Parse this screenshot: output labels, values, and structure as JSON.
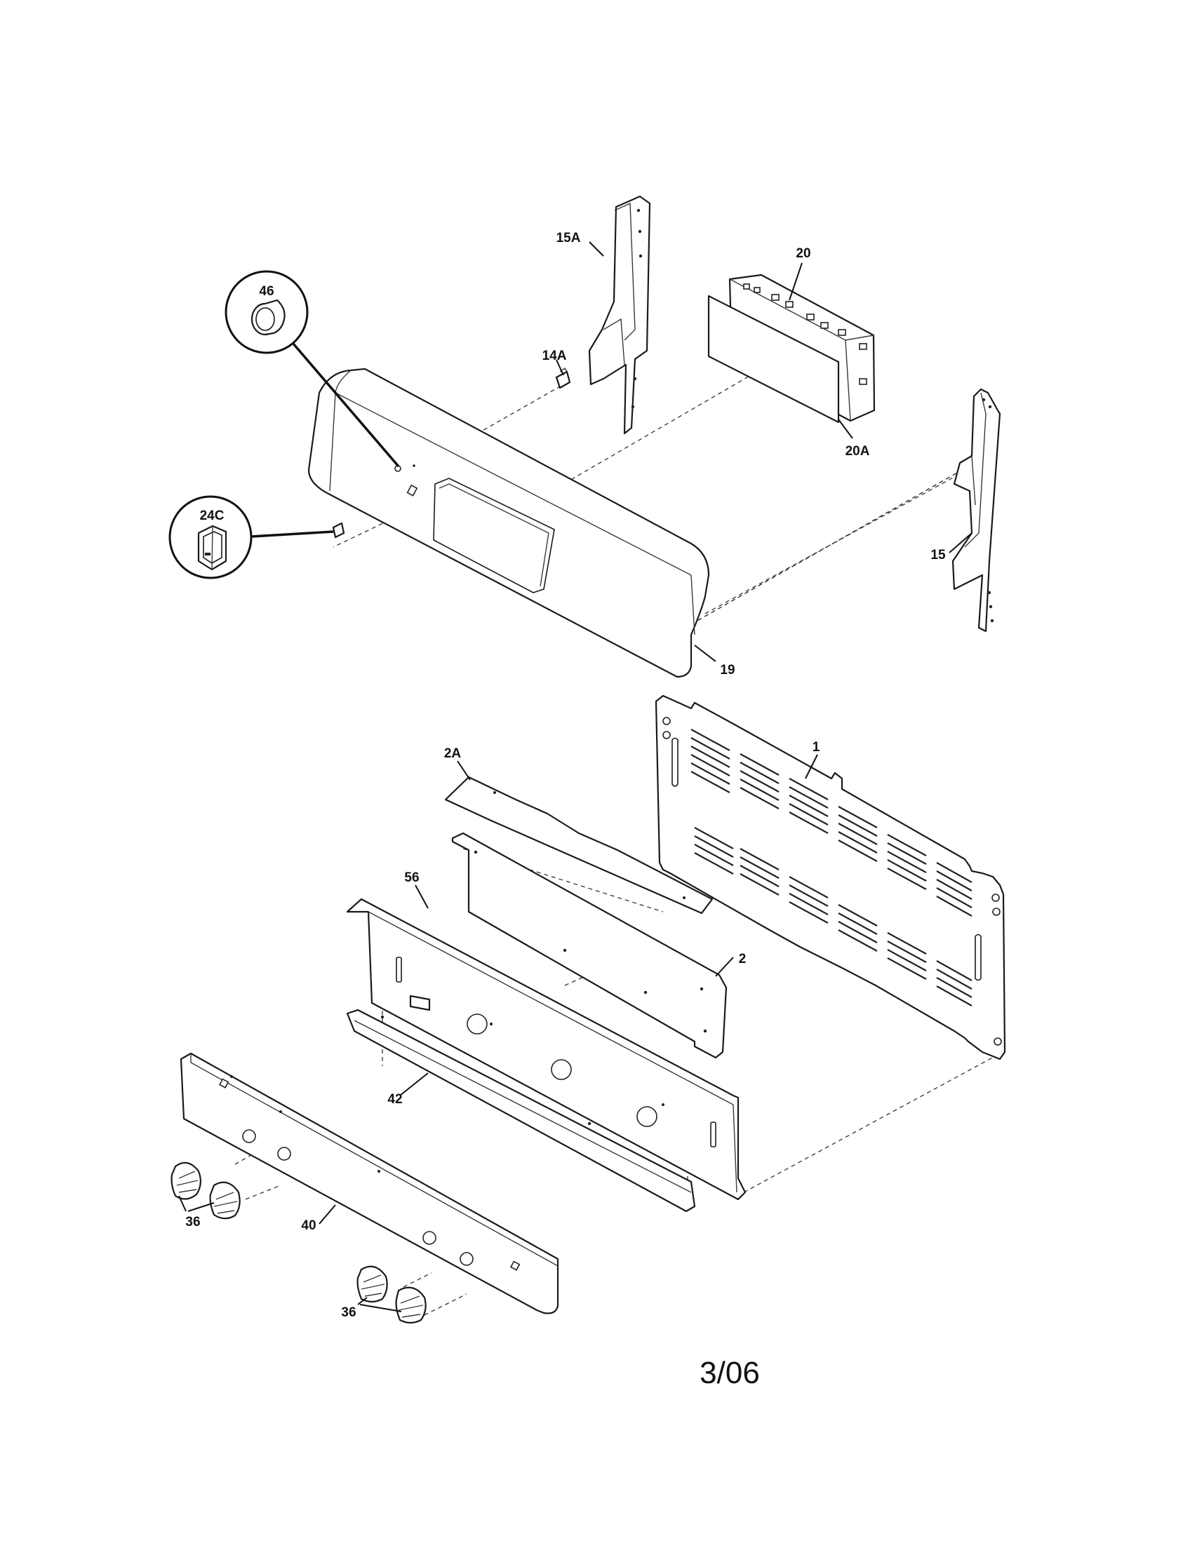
{
  "labels": {
    "p46": "46",
    "p15A": "15A",
    "p20": "20",
    "p14A": "14A",
    "p20A": "20A",
    "p24C": "24C",
    "p15": "15",
    "p19": "19",
    "p1": "1",
    "p2A": "2A",
    "p56": "56",
    "p2": "2",
    "p42": "42",
    "p36a": "36",
    "p40": "40",
    "p36b": "36"
  },
  "revision": "3/06"
}
